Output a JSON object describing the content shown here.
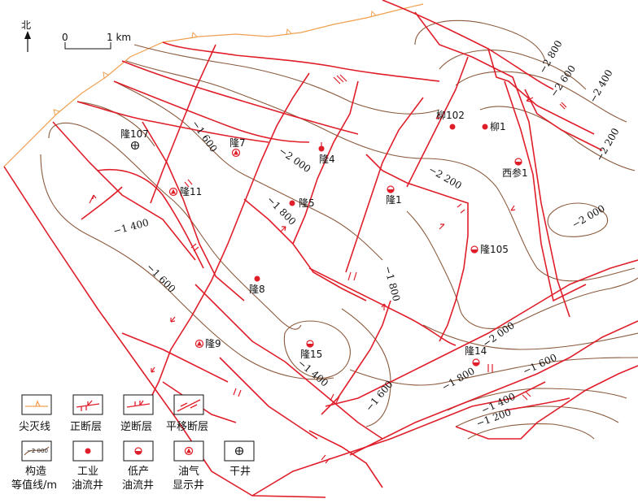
{
  "north_label": "北",
  "scale": {
    "start": "0",
    "end": "1 km"
  },
  "colors": {
    "fault": "#e01e2a",
    "contour": "#8b5a3c",
    "pinchout": "#f0a050",
    "well": "#e01e2a"
  },
  "wells": [
    {
      "name": "隆107",
      "type": "dry"
    },
    {
      "name": "隆7",
      "type": "show"
    },
    {
      "name": "隆11",
      "type": "show"
    },
    {
      "name": "隆4",
      "type": "industrial"
    },
    {
      "name": "隆5",
      "type": "industrial"
    },
    {
      "name": "隆1",
      "type": "low"
    },
    {
      "name": "柳102",
      "type": "industrial"
    },
    {
      "name": "柳1",
      "type": "industrial"
    },
    {
      "name": "西参1",
      "type": "low"
    },
    {
      "name": "隆105",
      "type": "low"
    },
    {
      "name": "隆8",
      "type": "industrial"
    },
    {
      "name": "隆9",
      "type": "show"
    },
    {
      "name": "隆15",
      "type": "low"
    },
    {
      "name": "隆14",
      "type": "low"
    }
  ],
  "contour_labels": [
    {
      "text": "−2 800"
    },
    {
      "text": "−2 600"
    },
    {
      "text": "−2 400"
    },
    {
      "text": "−2 200"
    },
    {
      "text": "−2 000"
    },
    {
      "text": "−1 600"
    },
    {
      "text": "−2 000"
    },
    {
      "text": "−2 200"
    },
    {
      "text": "−1 800"
    },
    {
      "text": "−1 400"
    },
    {
      "text": "−1 600"
    },
    {
      "text": "−1 800"
    },
    {
      "text": "−1 400"
    },
    {
      "text": "−1 600"
    },
    {
      "text": "−2 000"
    },
    {
      "text": "−1 800"
    },
    {
      "text": "−1 600"
    },
    {
      "text": "−1 400"
    },
    {
      "text": "−1 200"
    }
  ],
  "legend": [
    {
      "label": "尖灭线"
    },
    {
      "label": "正断层"
    },
    {
      "label": "逆断层"
    },
    {
      "label": "平移断层"
    },
    {
      "label": "构造\n等值线/m",
      "sample": "−2 000"
    },
    {
      "label": "工业\n油流井"
    },
    {
      "label": "低产\n油流井"
    },
    {
      "label": "油气\n显示井"
    },
    {
      "label": "干井"
    }
  ]
}
